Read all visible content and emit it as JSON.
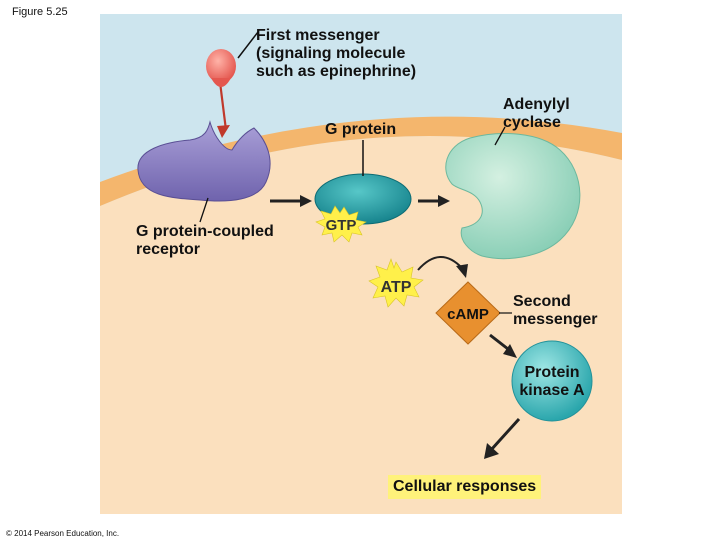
{
  "figure_label": "Figure 5.25",
  "labels": {
    "first_messenger": "First messenger\n(signaling molecule\nsuch as epinephrine)",
    "g_protein": "G protein",
    "adenylyl_cyclase": "Adenylyl\ncyclase",
    "gpcr": "G protein-coupled\nreceptor",
    "gtp": "GTP",
    "atp": "ATP",
    "camp": "cAMP",
    "second_messenger": "Second\nmessenger",
    "protein_kinase": "Protein\nkinase A",
    "cellular_responses": "Cellular responses"
  },
  "copyright": "© 2014 Pearson Education, Inc.",
  "colors": {
    "extracellular": "#cde5ee",
    "membrane": "#f4b66d",
    "cytoplasm": "#fbe0be",
    "receptor": "#9487c6",
    "g_protein": "#1d9aa2",
    "adenylyl_cyclase": "#a8dcc6",
    "protein_kinase": "#3fb8bd",
    "starburst": "#fff04a",
    "camp": "#e8902f",
    "messenger_ball": "#f0756d"
  }
}
